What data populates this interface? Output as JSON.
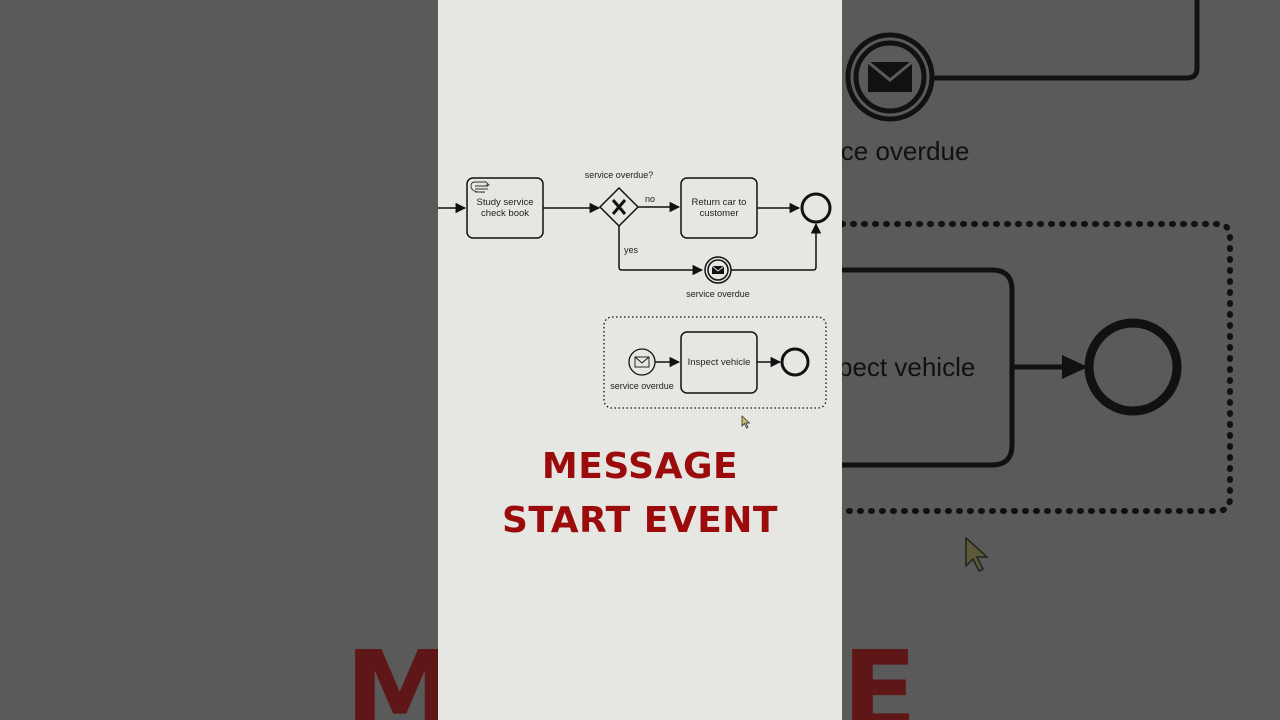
{
  "background": {
    "service_label": "vice overdue",
    "inspect_label": "pect vehicle",
    "big_left": "M",
    "big_right": "E"
  },
  "diagram": {
    "task_study": [
      "Study service",
      "check book"
    ],
    "gateway_label": "service overdue?",
    "flow_no": "no",
    "flow_yes": "yes",
    "task_return": [
      "Return car to",
      "customer"
    ],
    "end_event_label": "service overdue",
    "subprocess": {
      "start_label": "service overdue",
      "task_inspect": "Inspect vehicle"
    }
  },
  "title": {
    "line1": "MESSAGE",
    "line2": "START EVENT"
  },
  "colors": {
    "title": "#9b0b0b",
    "panel": "#e6e6e3",
    "stroke": "#111111"
  }
}
